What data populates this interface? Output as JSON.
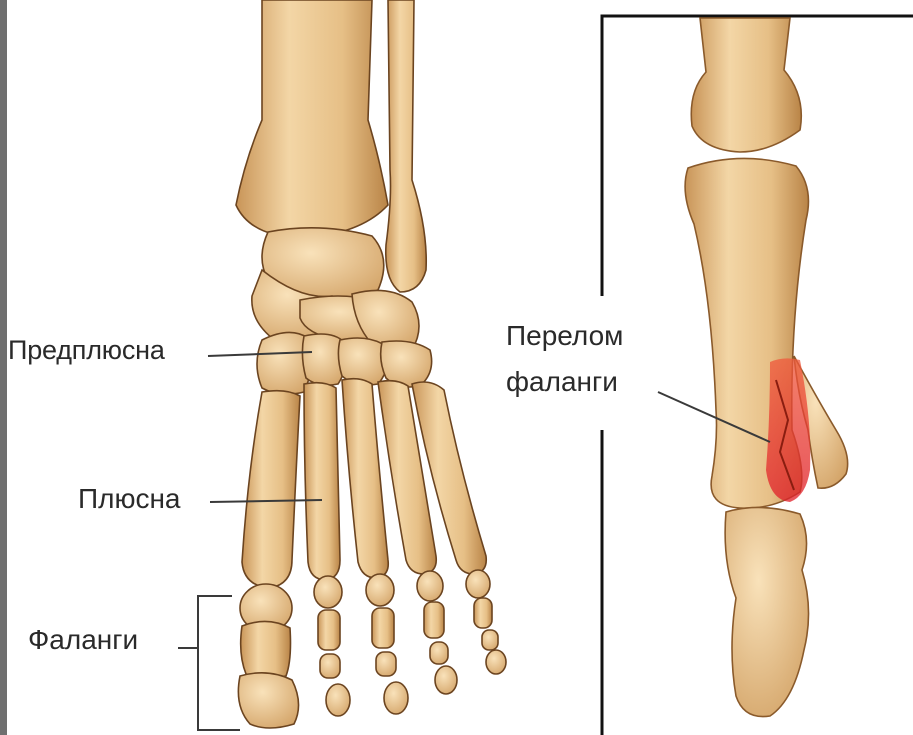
{
  "labels": {
    "tarsus": "Предплюсна",
    "metatarsus": "Плюсна",
    "phalanges": "Фаланги",
    "fracture_line1": "Перелом",
    "fracture_line2": "фаланги"
  },
  "colors": {
    "bone": "#e9c590",
    "bone_light": "#f6dcaf",
    "bone_dark": "#b7874f",
    "outline": "#3b2410",
    "fracture": "#e23a2a",
    "frame": "#111111"
  }
}
